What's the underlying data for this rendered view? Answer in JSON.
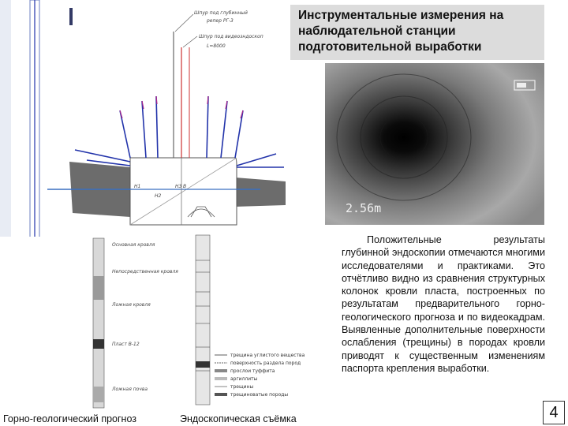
{
  "title": "Инструментальные измерения на наблюдательной станции подготовительной выработки",
  "diagram": {
    "label_shpur_deep": "Шпур под глубинный",
    "label_reper": "репер РГ-3",
    "label_shpur_video": "Шпур под видеозндоскоп",
    "label_length": "L=8000",
    "label_h1": "H1",
    "label_h2": "H2",
    "label_h3": "H3",
    "label_b": "B"
  },
  "photo": {
    "depth_label": "2.56m"
  },
  "body_text": "Положительные результаты глубинной эндоскопии отмечаются многими исследователями и практиками. Это отчётливо видно из сравнения структурных колонок кровли пласта, построенных по результатам предварительного горно-геологического прогноза и по видеокадрам. Выявленные дополнительные поверхности ослабления (трещины) в породах кровли приводят к существенным изменениям паспорта крепления выработки.",
  "captions": {
    "left": "Горно-геологический прогноз",
    "right": "Эндоскопическая съёмка"
  },
  "page_number": "4",
  "column_notes": [
    "Основная кровля",
    "Непосредственная кровля",
    "Ложная кровля",
    "Пласт В-12",
    "Ложная почва"
  ],
  "legend": [
    "трещина углистого вещества",
    "поверхность раздела пород",
    "прослои туффита",
    "аргиллиты",
    "трещины",
    "трещиноватые породы"
  ],
  "colors": {
    "arrow_blue": "#2233aa",
    "arrow_magenta": "#aa2288",
    "rock_gray": "#6c6c6c",
    "title_bg": "#dcdcdc"
  }
}
